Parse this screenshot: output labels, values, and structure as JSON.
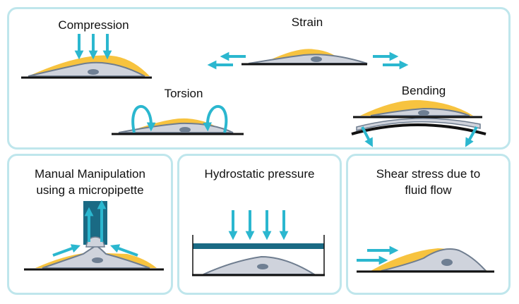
{
  "panels": {
    "top": {
      "compression": "Compression",
      "strain": "Strain",
      "torsion": "Torsion",
      "bending": "Bending"
    },
    "manual": {
      "line1": "Manual Manipulation",
      "line2": "using a micropipette"
    },
    "hydrostatic": {
      "line1": "Hydrostatic pressure"
    },
    "shear": {
      "line1": "Shear stress due to",
      "line2": "fluid flow"
    }
  },
  "colors": {
    "arrow": "#2bb7cf",
    "cell_fill": "#cfd3dc",
    "cell_outline": "#6f7d8f",
    "nucleus": "#6f7f93",
    "stimulus_layer": "#f7c33f",
    "panel_border": "#bfe6ec",
    "bar_dark": "#1a6a84"
  }
}
